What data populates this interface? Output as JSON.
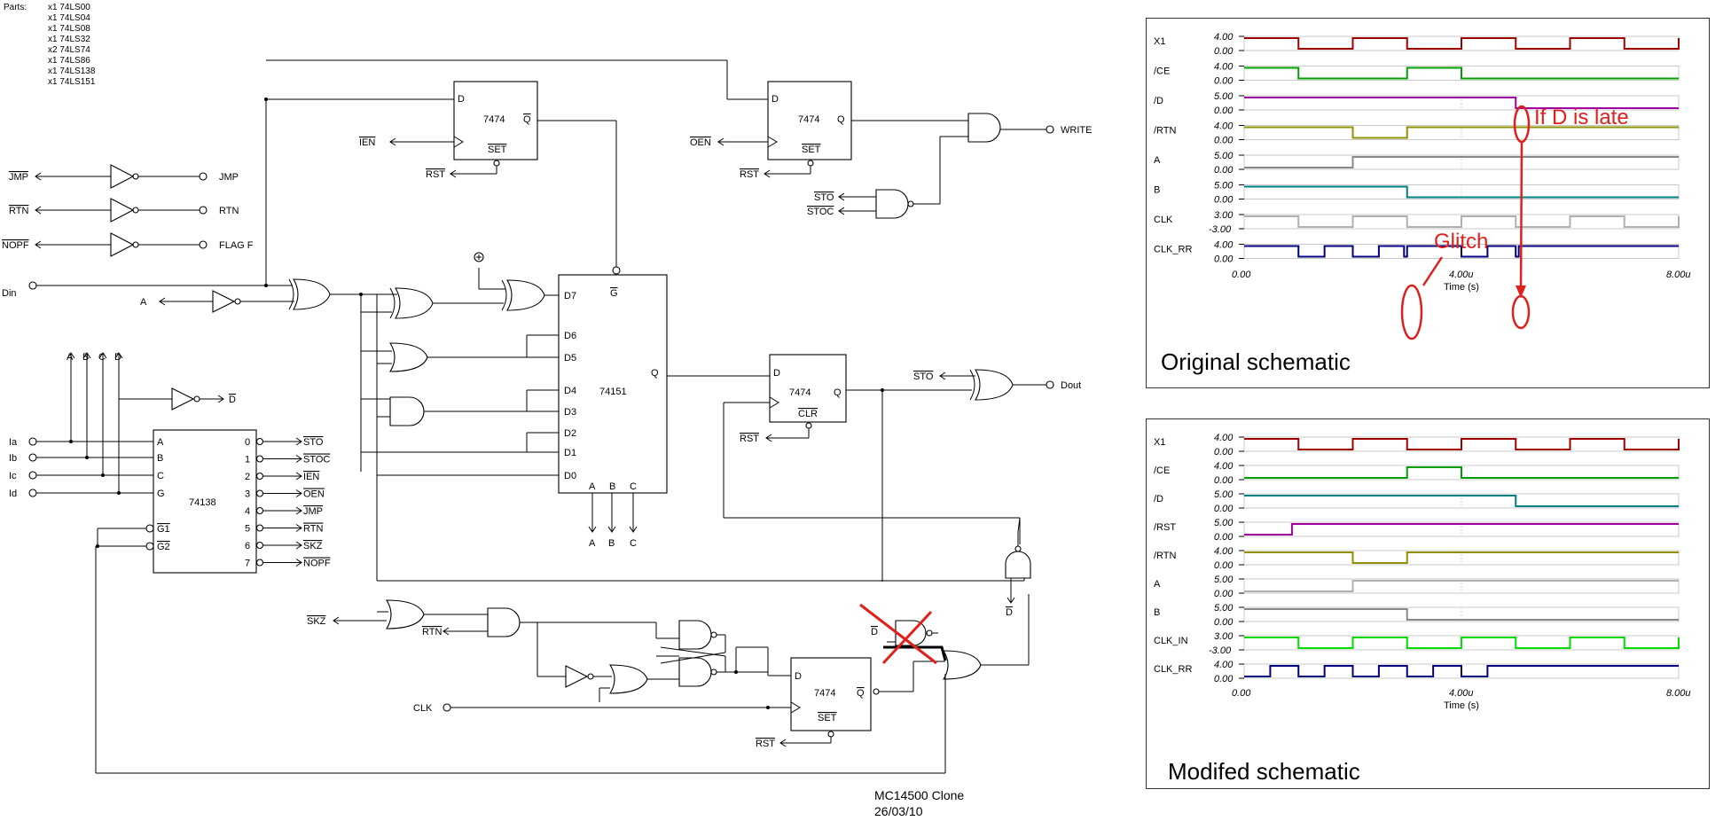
{
  "parts": {
    "heading": "Parts:",
    "items": [
      "x1 74LS00",
      "x1 74LS04",
      "x1 74LS08",
      "x1 74LS32",
      "x2 74LS74",
      "x1 74LS86",
      "x1 74LS138",
      "x1 74LS151"
    ]
  },
  "footer": {
    "title": "MC14500 Clone",
    "date": "26/03/10"
  },
  "inputs": {
    "din": "Din",
    "ia": "Ia",
    "ib": "Ib",
    "ic": "Ic",
    "id": "Id",
    "clk": "CLK"
  },
  "outputs": {
    "jmp": "JMP",
    "rtn": "RTN",
    "flagf": "FLAG F",
    "write": "WRITE",
    "dout": "Dout",
    "dbar": "D"
  },
  "signals": {
    "jmp": "JMP",
    "rtn": "RTN",
    "nopf": "NOPF",
    "ien": "IEN",
    "oen": "OEN",
    "rst": "RST",
    "sto": "STO",
    "stoc": "STOC",
    "skz": "SKZ",
    "a": "A",
    "d": "D",
    "bus": [
      "A",
      "B",
      "C",
      "D"
    ]
  },
  "chips": {
    "ff1": "7474",
    "ff2": "7474",
    "ff3": "7474",
    "ff4": "7474",
    "mux": "74151",
    "dec": "74138",
    "q": "Q",
    "set": "SET",
    "clr": "CLR",
    "d": "D",
    "g": "G",
    "g1": "G1",
    "g2": "G2",
    "mux_in": [
      "D7",
      "D6",
      "D5",
      "D4",
      "D3",
      "D2",
      "D1",
      "D0"
    ],
    "mux_sel": [
      "A",
      "B",
      "C"
    ],
    "dec_in": [
      "A",
      "B",
      "C",
      "G"
    ],
    "dec_out": [
      "0",
      "1",
      "2",
      "3",
      "4",
      "5",
      "6",
      "7"
    ],
    "dec_labels": [
      "STO",
      "STOC",
      "IEN",
      "OEN",
      "JMP",
      "RTN",
      "SKZ",
      "NOPF"
    ]
  },
  "annotations": {
    "if_d_late": "If D is late",
    "glitch": "Glitch"
  },
  "colors": {
    "red_annotation": "#e0201b"
  },
  "plots": [
    {
      "caption": "Original schematic",
      "xticks": [
        "0.00",
        "4.00u",
        "8.00u"
      ],
      "xlabel": "Time (s)",
      "signals": [
        {
          "name": "X1",
          "color": "#a00000",
          "top": "4.00",
          "bottom": "0.00"
        },
        {
          "name": "/CE",
          "color": "#00a000",
          "top": "4.00",
          "bottom": "0.00"
        },
        {
          "name": "/D",
          "color": "#a000a0",
          "top": "5.00",
          "bottom": "0.00"
        },
        {
          "name": "/RTN",
          "color": "#909000",
          "top": "4.00",
          "bottom": "0.00"
        },
        {
          "name": "A",
          "color": "#888888",
          "top": "5.00",
          "bottom": "0.00"
        },
        {
          "name": "B",
          "color": "#008080",
          "top": "5.00",
          "bottom": "0.00"
        },
        {
          "name": "CLK",
          "color": "#b0b0b0",
          "top": "3.00",
          "bottom": "-3.00"
        },
        {
          "name": "CLK_RR",
          "color": "#000080",
          "top": "4.00",
          "bottom": "0.00"
        }
      ]
    },
    {
      "caption": "Modifed schematic",
      "xticks": [
        "0.00",
        "4.00u",
        "8.00u"
      ],
      "xlabel": "Time (s)",
      "signals": [
        {
          "name": "X1",
          "color": "#a00000",
          "top": "4.00",
          "bottom": "0.00"
        },
        {
          "name": "/CE",
          "color": "#00a000",
          "top": "4.00",
          "bottom": "0.00"
        },
        {
          "name": "/D",
          "color": "#008080",
          "top": "5.00",
          "bottom": "0.00"
        },
        {
          "name": "/RST",
          "color": "#a000a0",
          "top": "5.00",
          "bottom": "0.00"
        },
        {
          "name": "/RTN",
          "color": "#909000",
          "top": "4.00",
          "bottom": "0.00"
        },
        {
          "name": "A",
          "color": "#b0b0b0",
          "top": "5.00",
          "bottom": "0.00"
        },
        {
          "name": "B",
          "color": "#888888",
          "top": "5.00",
          "bottom": "0.00"
        },
        {
          "name": "CLK_IN",
          "color": "#00dd00",
          "top": "3.00",
          "bottom": "-3.00"
        },
        {
          "name": "CLK_RR",
          "color": "#000080",
          "top": "4.00",
          "bottom": "0.00"
        }
      ]
    }
  ]
}
